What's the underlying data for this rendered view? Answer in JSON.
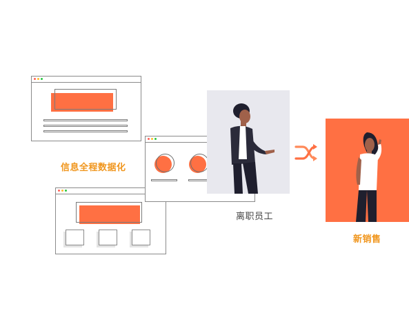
{
  "labels": {
    "digitization": "信息全程数据化",
    "former_employee": "离职员工",
    "new_sales": "新销售"
  },
  "icons": {
    "transfer": "shuffle-arrows-icon"
  },
  "colors": {
    "accent": "#ff7043",
    "label_orange": "#f0961e",
    "panel_gray": "#e8e8ee"
  }
}
